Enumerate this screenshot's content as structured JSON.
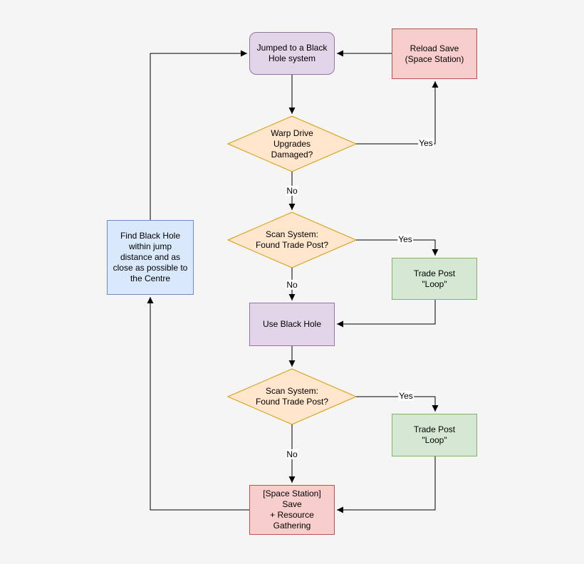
{
  "page": {
    "background": "#f5f5f5"
  },
  "palette": {
    "purple_fill": "#e1d5e7",
    "purple_stroke": "#9673a6",
    "red_fill": "#f8cecc",
    "red_stroke": "#b85450",
    "orange_fill": "#ffe6cc",
    "orange_stroke": "#d79b00",
    "green_fill": "#d5e8d4",
    "green_stroke": "#82b366",
    "blue_fill": "#dae8fc",
    "blue_stroke": "#6c8ebf",
    "edge_line": "#000000"
  },
  "nodes": {
    "jumped": {
      "label": "Jumped to a Black\nHole system"
    },
    "reload": {
      "label": "Reload Save\n(Space Station)"
    },
    "warp": {
      "label": "Warp Drive\nUpgrades\nDamaged?"
    },
    "scan1": {
      "label": "Scan System:\nFound Trade Post?"
    },
    "trade1": {
      "label": "Trade Post\n\"Loop\""
    },
    "find": {
      "label": "Find Black Hole\nwithin jump\ndistance and as\nclose as possible to\nthe Centre"
    },
    "use": {
      "label": "Use Black Hole"
    },
    "scan2": {
      "label": "Scan System:\nFound Trade Post?"
    },
    "trade2": {
      "label": "Trade Post\n\"Loop\""
    },
    "station": {
      "label": "[Space Station]\nSave\n+ Resource\nGathering"
    }
  },
  "edge_labels": {
    "yes1": "Yes",
    "no1": "No",
    "yes2": "Yes",
    "no2": "No",
    "yes3": "Yes",
    "no3": "No"
  }
}
